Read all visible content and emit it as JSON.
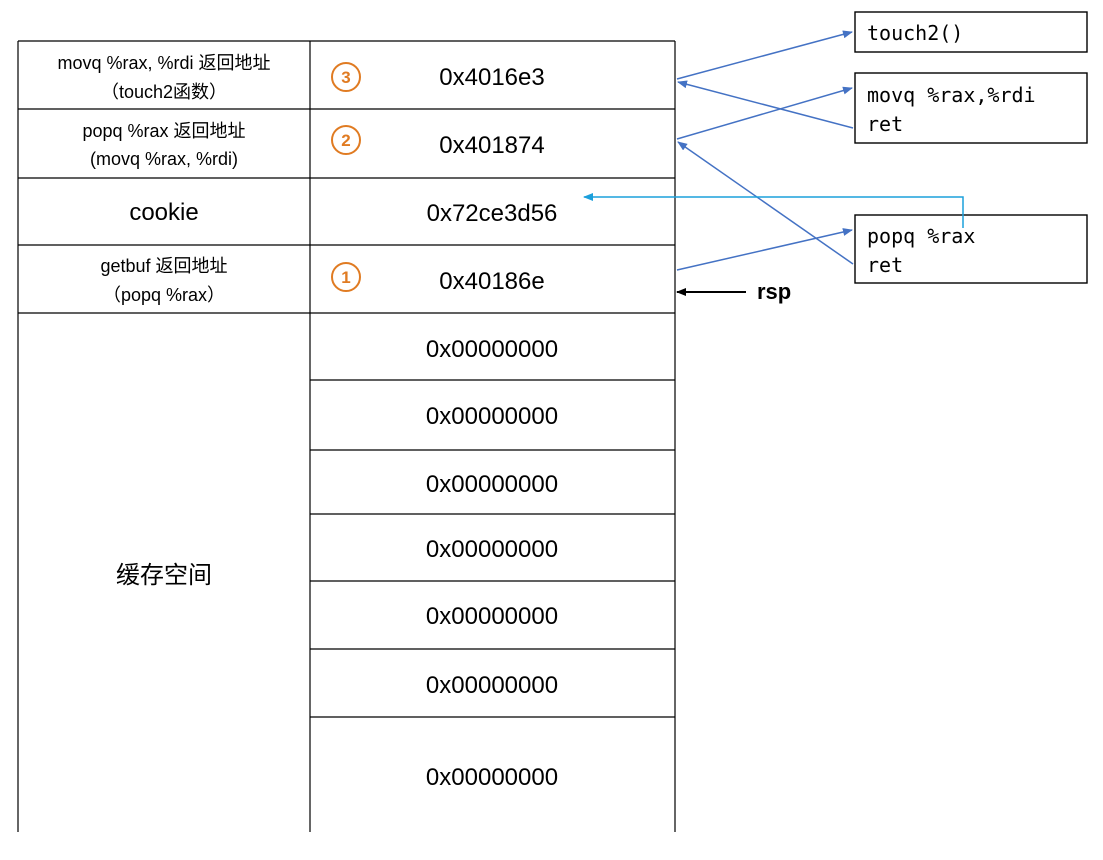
{
  "stack": {
    "rows": [
      {
        "left": [
          "movq %rax, %rdi 返回地址",
          "（touch2函数）"
        ],
        "value": "0x4016e3",
        "marker": "3"
      },
      {
        "left": [
          "popq %rax 返回地址",
          "(movq %rax, %rdi)"
        ],
        "value": "0x401874",
        "marker": "2"
      },
      {
        "left": [
          "cookie"
        ],
        "value": "0x72ce3d56",
        "marker": ""
      },
      {
        "left": [
          "getbuf 返回地址",
          "（popq %rax）"
        ],
        "value": "0x40186e",
        "marker": "1"
      },
      {
        "left": [],
        "value": "0x00000000",
        "marker": ""
      },
      {
        "left": [],
        "value": "0x00000000",
        "marker": ""
      },
      {
        "left": [],
        "value": "0x00000000",
        "marker": ""
      },
      {
        "left": [],
        "value": "0x00000000",
        "marker": ""
      },
      {
        "left": [],
        "value": "0x00000000",
        "marker": ""
      },
      {
        "left": [],
        "value": "0x00000000",
        "marker": ""
      },
      {
        "left": [],
        "value": "0x00000000",
        "marker": ""
      }
    ],
    "buffer_label": "缓存空间"
  },
  "pointer": {
    "label": "rsp"
  },
  "code_boxes": [
    {
      "id": "touch2",
      "lines": [
        "touch2()"
      ]
    },
    {
      "id": "movq",
      "lines": [
        "movq %rax,%rdi",
        "ret"
      ]
    },
    {
      "id": "popq",
      "lines": [
        "popq %rax",
        "ret"
      ]
    }
  ],
  "colors": {
    "arrow": "#4472c4",
    "cookie_arrow": "#1ca0dc",
    "marker": "#e07b22",
    "grid": "#000000"
  }
}
